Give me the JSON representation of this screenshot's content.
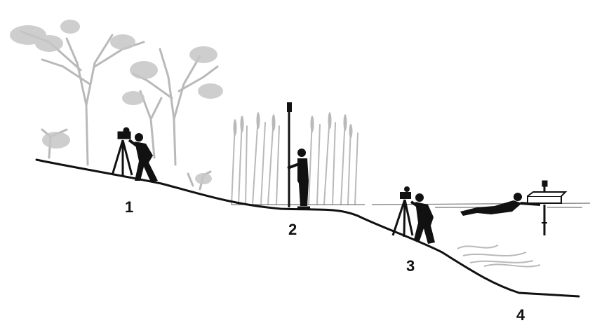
{
  "colors": {
    "ink": "#111111",
    "vegetation": "#b9b9b9",
    "background": "#ffffff"
  },
  "labels": {
    "station_1": "1",
    "station_2": "2",
    "station_3": "3",
    "station_4": "4"
  },
  "icons": [
    "tree-icon",
    "reeds-icon",
    "surveyor-with-level-icon",
    "surveyor-with-staff-icon",
    "swimmer-icon",
    "float-marker-icon",
    "tripod-icon"
  ]
}
